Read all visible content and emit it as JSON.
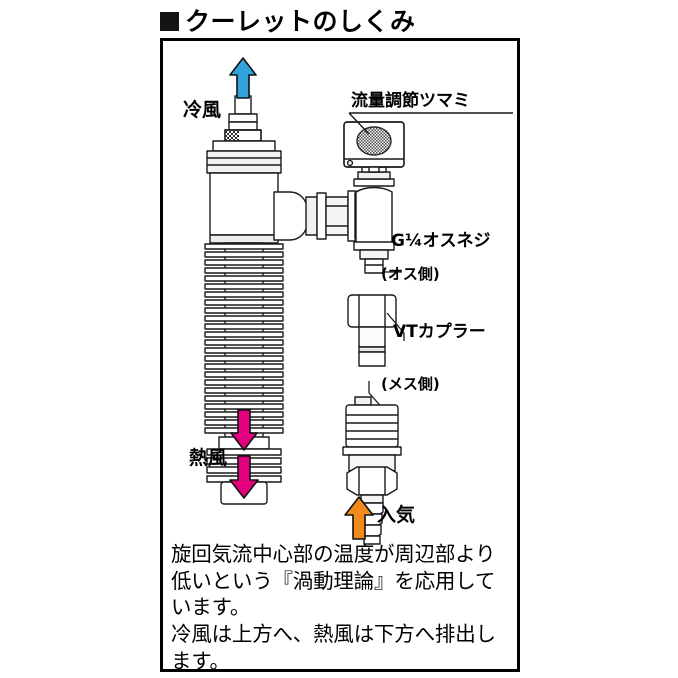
{
  "title": {
    "bullet": "black-square-bullet",
    "text": "クーレットのしくみ"
  },
  "diagram": {
    "name": "vortex-tube-cooler-diagram",
    "labels": {
      "cold_air": "冷風",
      "flow_knob": "流量調節ツマミ",
      "thread": "G¼オスネジ",
      "male_side": "(オス側)",
      "vt_coupler": "VTカプラー",
      "female_side": "(メス側)",
      "hot_air": "熱風",
      "intake": "入気"
    },
    "arrows": {
      "cold_air_arrow": {
        "icon": "arrow-up-icon",
        "color": "#33a3dd",
        "direction": "up"
      },
      "hot_air_arrow": {
        "icon": "arrow-down-icon",
        "color": "#e3007f",
        "direction": "down"
      },
      "intake_arrow": {
        "icon": "arrow-up-icon",
        "color": "#f08a1c",
        "direction": "up"
      }
    },
    "parts": [
      "cold-air-outlet-nozzle",
      "generator-body",
      "side-outlet-elbow",
      "flow-control-valve",
      "flow-control-knob",
      "g14-male-thread",
      "vt-coupler-male",
      "vt-coupler-female",
      "hose-barb-fitting",
      "finned-hot-air-tube",
      "hot-air-muffler-end"
    ]
  },
  "body": {
    "line1": "旋回気流中心部の温度が周辺部より",
    "line2": "低いという『渦動理論』を応用して",
    "line3": "います。",
    "line4": "冷風は上方へ、熱風は下方へ排出し",
    "line5": "ます。"
  },
  "colors": {
    "outline": "#1a1a1a",
    "frame": "#000000",
    "cold": "#33a3dd",
    "hot": "#e3007f",
    "intake": "#f08a1c",
    "metal_light": "#ffffff",
    "metal_shade": "#e9e9e9"
  }
}
